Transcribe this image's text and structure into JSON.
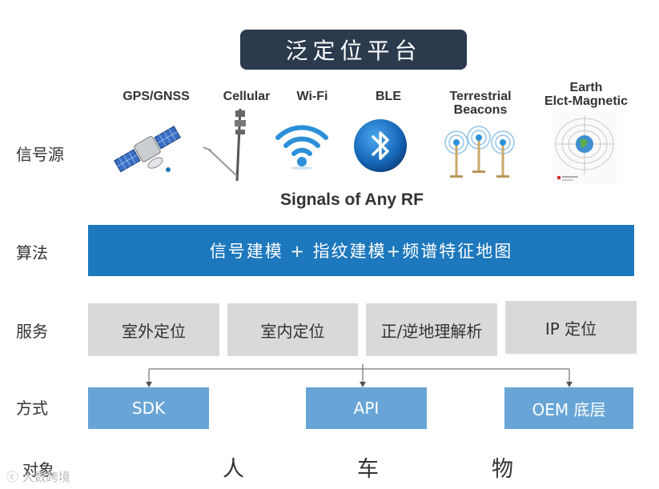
{
  "title": "泛定位平台",
  "rows": {
    "signal": "信号源",
    "algorithm": "算法",
    "service": "服务",
    "mode": "方式",
    "target": "对象"
  },
  "signals": [
    {
      "label": "GPS/GNSS",
      "icon": "satellite-icon"
    },
    {
      "label": "Cellular",
      "icon": "cell-tower-icon"
    },
    {
      "label": "Wi-Fi",
      "icon": "wifi-icon"
    },
    {
      "label": "BLE",
      "icon": "bluetooth-icon"
    },
    {
      "label": "Terrestrial\nBeacons",
      "icon": "beacons-icon"
    },
    {
      "label": "Earth\nElct-Magnetic",
      "icon": "magnetic-field-icon"
    }
  ],
  "signals_caption": "Signals of Any RF",
  "algorithm": "信号建模 + 指纹建模+频谱特征地图",
  "services": [
    "室外定位",
    "室内定位",
    "正/逆地理解析",
    "IP 定位"
  ],
  "modes": [
    "SDK",
    "API",
    "OEM 底层"
  ],
  "targets": [
    "人",
    "车",
    "物"
  ],
  "watermark": "大数跨境",
  "colors": {
    "title_bg": "#2b3a4d",
    "algorithm_bg": "#1d78bd",
    "service_bg": "#d9d9d9",
    "mode_bg": "#68a5d6"
  }
}
